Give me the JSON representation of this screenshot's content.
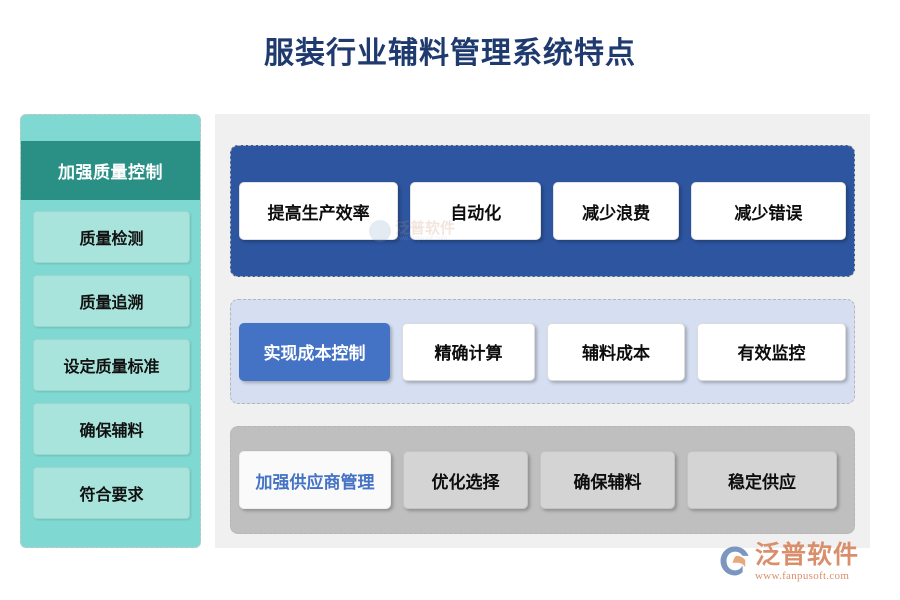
{
  "page": {
    "title": "服装行业辅料管理系统特点"
  },
  "sidebar": {
    "header": "加强质量控制",
    "items": [
      {
        "label": "质量检测"
      },
      {
        "label": "质量追溯"
      },
      {
        "label": "设定质量标准"
      },
      {
        "label": "确保辅料"
      },
      {
        "label": "符合要求"
      }
    ]
  },
  "main": {
    "groups": [
      {
        "name": "efficiency",
        "background": "#2d55a0",
        "cards": [
          {
            "label": "提高生产效率",
            "highlight": false
          },
          {
            "label": "自动化",
            "highlight": false
          },
          {
            "label": "减少浪费",
            "highlight": false
          },
          {
            "label": "减少错误",
            "highlight": false
          }
        ]
      },
      {
        "name": "cost",
        "background": "#d6dff2",
        "cards": [
          {
            "label": "实现成本控制",
            "highlight": true
          },
          {
            "label": "精确计算",
            "highlight": false
          },
          {
            "label": "辅料成本",
            "highlight": false
          },
          {
            "label": "有效监控",
            "highlight": false
          }
        ]
      },
      {
        "name": "supplier",
        "background": "#bfbfbf",
        "cards": [
          {
            "label": "加强供应商管理",
            "highlight": true
          },
          {
            "label": "优化选择",
            "highlight": false
          },
          {
            "label": "确保辅料",
            "highlight": false
          },
          {
            "label": "稳定供应",
            "highlight": false
          }
        ]
      }
    ]
  },
  "watermark": {
    "text": "泛普软件",
    "sub": "www.fanpusoft.com"
  },
  "brand": {
    "name": "泛普软件",
    "url": "www.fanpusoft.com"
  },
  "colors": {
    "title": "#1f3a6e",
    "sidebar_header": "#2a9086",
    "sidebar_bg": "#7fd9d2",
    "sidebar_card": "#a8e4dc",
    "blue_group": "#2d55a0",
    "cost_group": "#d6dff2",
    "cost_highlight": "#4472c4",
    "supplier_group": "#bfbfbf",
    "supplier_card": "#d4d4d4",
    "brand": "#d98f6c"
  }
}
